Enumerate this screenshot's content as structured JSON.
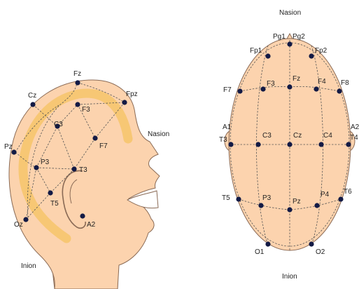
{
  "colors": {
    "skin": "#fcd3ae",
    "band": "#f6c46a",
    "electrode": "#131a45",
    "outline": "#8a6a55",
    "grid": "#555555",
    "text": "#222222"
  },
  "side_view": {
    "labels": {
      "fz": "Fz",
      "cz": "Cz",
      "fpz": "Fpz",
      "f3": "F3",
      "c3": "C3",
      "nasion": "Nasion",
      "pz": "Pz",
      "f7": "F7",
      "p3": "P3",
      "t3": "T3",
      "t5": "T5",
      "oz": "Oz",
      "a2": "A2",
      "inion": "Inion"
    }
  },
  "top_view": {
    "labels": {
      "nasion": "Nasion",
      "pg1": "Pg1",
      "pg2": "Pg2",
      "fp1": "Fp1",
      "fp2": "Fp2",
      "f7": "F7",
      "f3": "F3",
      "fz": "Fz",
      "f4": "F4",
      "f8": "F8",
      "a1": "A1",
      "a2": "A2",
      "t3": "T3",
      "c3": "C3",
      "cz": "Cz",
      "c4": "C4",
      "t4": "T4",
      "t5": "T5",
      "p3": "P3",
      "pz": "Pz",
      "p4": "P4",
      "t6": "T6",
      "o1": "O1",
      "o2": "O2",
      "inion": "Inion"
    }
  }
}
